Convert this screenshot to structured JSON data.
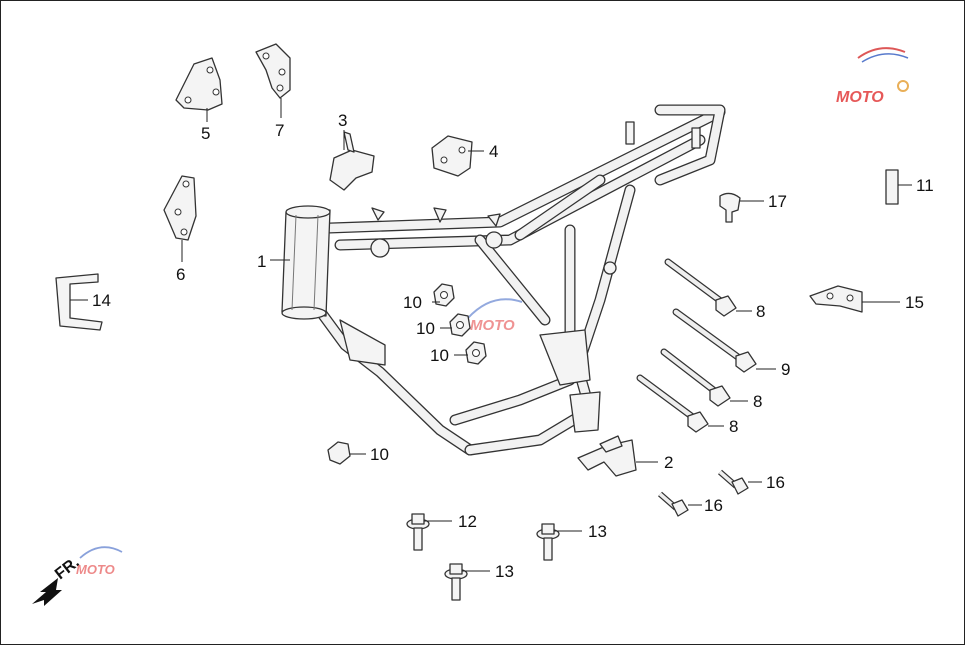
{
  "watermark": {
    "text": "MOTO",
    "colors": [
      "#e23c3c",
      "#3b63c4",
      "#e6a23c"
    ]
  },
  "orientation": {
    "label": "FR."
  },
  "callouts": [
    {
      "id": "frame",
      "number": "1"
    },
    {
      "id": "bracket-lower-right",
      "number": "2"
    },
    {
      "id": "bracket-upper-mid",
      "number": "3"
    },
    {
      "id": "plate-upper-right",
      "number": "4"
    },
    {
      "id": "engine-mount-left",
      "number": "5"
    },
    {
      "id": "engine-mount-plate-6",
      "number": "6"
    },
    {
      "id": "engine-mount-plate-7",
      "number": "7"
    },
    {
      "id": "long-bolt-a",
      "number": "8"
    },
    {
      "id": "long-bolt-long",
      "number": "9"
    },
    {
      "id": "long-bolt-b",
      "number": "8"
    },
    {
      "id": "long-bolt-c",
      "number": "8"
    },
    {
      "id": "nut-a",
      "number": "10"
    },
    {
      "id": "nut-b",
      "number": "10"
    },
    {
      "id": "nut-c",
      "number": "10"
    },
    {
      "id": "nut-d",
      "number": "10"
    },
    {
      "id": "clip-11",
      "number": "11"
    },
    {
      "id": "flange-bolt-12",
      "number": "12"
    },
    {
      "id": "flange-bolt-13a",
      "number": "13"
    },
    {
      "id": "flange-bolt-13b",
      "number": "13"
    },
    {
      "id": "clamp-14",
      "number": "14"
    },
    {
      "id": "bracket-15",
      "number": "15"
    },
    {
      "id": "bolt-16a",
      "number": "16"
    },
    {
      "id": "bolt-16b",
      "number": "16"
    },
    {
      "id": "cap-17",
      "number": "17"
    }
  ]
}
